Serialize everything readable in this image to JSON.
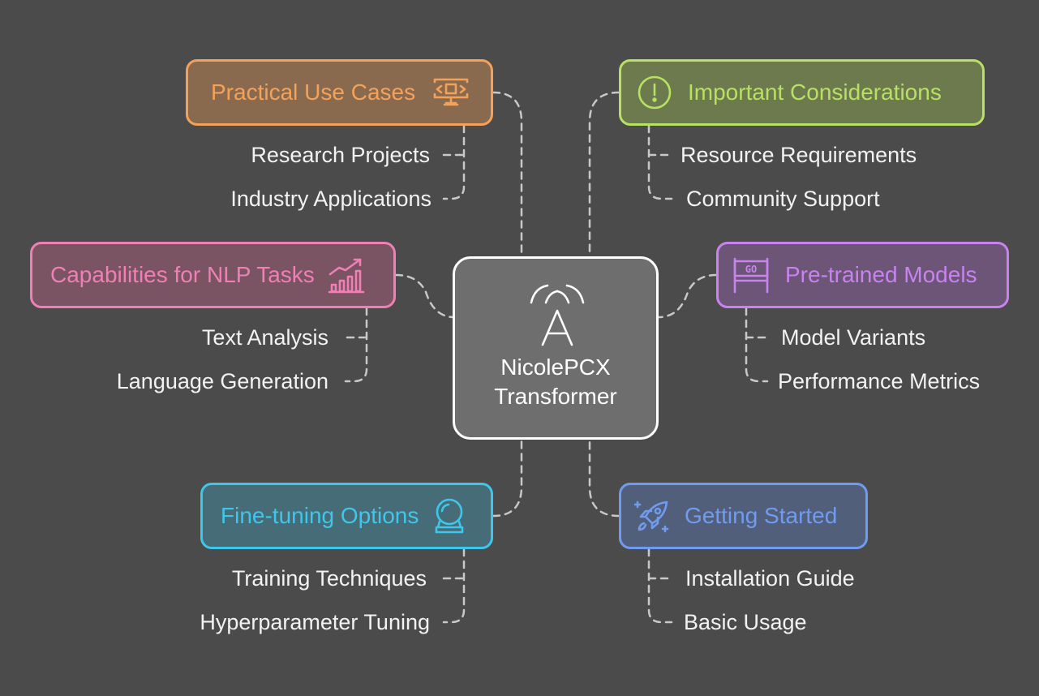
{
  "center": {
    "title_line1": "NicolePCX",
    "title_line2": "Transformer",
    "icon": "antenna-a-icon"
  },
  "branches": {
    "practical": {
      "label": "Practical Use Cases",
      "icon": "monitor-code-icon",
      "color": "#f4a259",
      "fill": "#8a6a4f",
      "items": [
        "Research Projects",
        "Industry Applications"
      ]
    },
    "considerations": {
      "label": "Important Considerations",
      "icon": "exclamation-circle-icon",
      "color": "#b8e062",
      "fill": "#6c7a4e",
      "items": [
        "Resource Requirements",
        "Community Support"
      ]
    },
    "capabilities": {
      "label": "Capabilities for NLP Tasks",
      "icon": "growth-chart-icon",
      "color": "#ef7fb4",
      "fill": "#7a5463",
      "items": [
        "Text Analysis",
        "Language Generation"
      ]
    },
    "pretrained": {
      "label": "Pre-trained Models",
      "icon": "go-flag-icon",
      "color": "#c883ef",
      "fill": "#6c5576",
      "items": [
        "Model Variants",
        "Performance Metrics"
      ]
    },
    "finetuning": {
      "label": "Fine-tuning Options",
      "icon": "crystal-ball-icon",
      "color": "#3fc6ea",
      "fill": "#466c77",
      "items": [
        "Training Techniques",
        "Hyperparameter Tuning"
      ]
    },
    "getting_started": {
      "label": "Getting Started",
      "icon": "rocket-icon",
      "color": "#6f9cf0",
      "fill": "#515f7b",
      "items": [
        "Installation Guide",
        "Basic Usage"
      ]
    }
  },
  "connector_color": "#c8c8c8"
}
